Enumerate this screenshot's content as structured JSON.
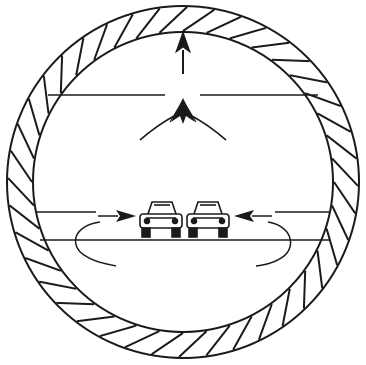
{
  "diagram": {
    "ink_color": "#1a1a1a",
    "background_color": "#ffffff",
    "elements": [
      "hatched-ring-border",
      "upper-horizontal-line",
      "forward-arrow",
      "merging-arrows",
      "left-car",
      "right-car",
      "left-approach-arrow",
      "right-approach-arrow",
      "left-curve-arrow",
      "right-curve-arrow"
    ]
  }
}
